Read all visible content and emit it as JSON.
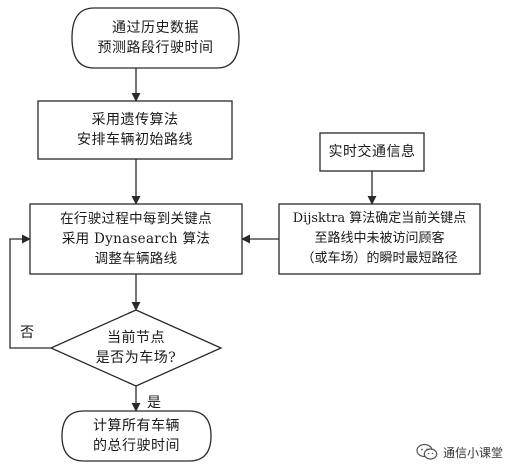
{
  "nodes": {
    "start": [
      "通过历史数据",
      "预测路段行驶时间"
    ],
    "initial_route": [
      "采用遗传算法",
      "安排车辆初始路线"
    ],
    "realtime_traffic": [
      "实时交通信息"
    ],
    "dijkstra": [
      "Dijsktra 算法确定当前关键点",
      "至路线中未被访问顾客",
      "（或车场）的瞬时最短路径"
    ],
    "adjust_route": [
      "在行驶过程中每到关键点",
      "采用 Dynasearch 算法",
      "调整车辆路线"
    ],
    "decision": [
      "当前节点",
      "是否为车场?"
    ],
    "end": [
      "计算所有车辆",
      "的总行驶时间"
    ]
  },
  "edge_labels": {
    "no": "否",
    "yes": "是"
  },
  "watermark": {
    "text": "通信小课堂",
    "icon": "wechat-icon"
  },
  "colors": {
    "stroke": "#2a2a2a",
    "background": "#ffffff"
  }
}
